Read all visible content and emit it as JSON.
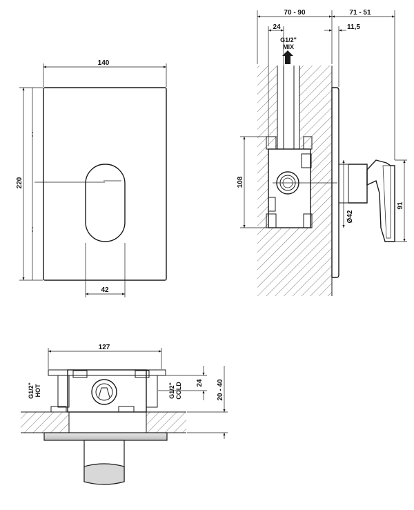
{
  "front_view": {
    "width_label": "140",
    "height_label": "220",
    "handle_width_label": "42"
  },
  "side_view": {
    "depth_range_label": "70 - 90",
    "projection_range_label": "71 - 51",
    "depth_24_label": "24",
    "offset_label": "11,5",
    "mix_thread_label": "G1/2\"",
    "mix_label": "MIX",
    "body_height_label": "108",
    "diameter_label": "Ø42",
    "lever_height_label": "91"
  },
  "bottom_view": {
    "width_label": "127",
    "hot_thread_label": "G1/2\"",
    "hot_label": "HOT",
    "cold_thread_label": "G1/2\"",
    "cold_label": "COLD",
    "depth_24_label": "24",
    "wall_range_label": "20 - 40"
  },
  "colors": {
    "line": "#1a1a1a",
    "background": "#ffffff",
    "plate_fill": "#cfcfcf"
  }
}
